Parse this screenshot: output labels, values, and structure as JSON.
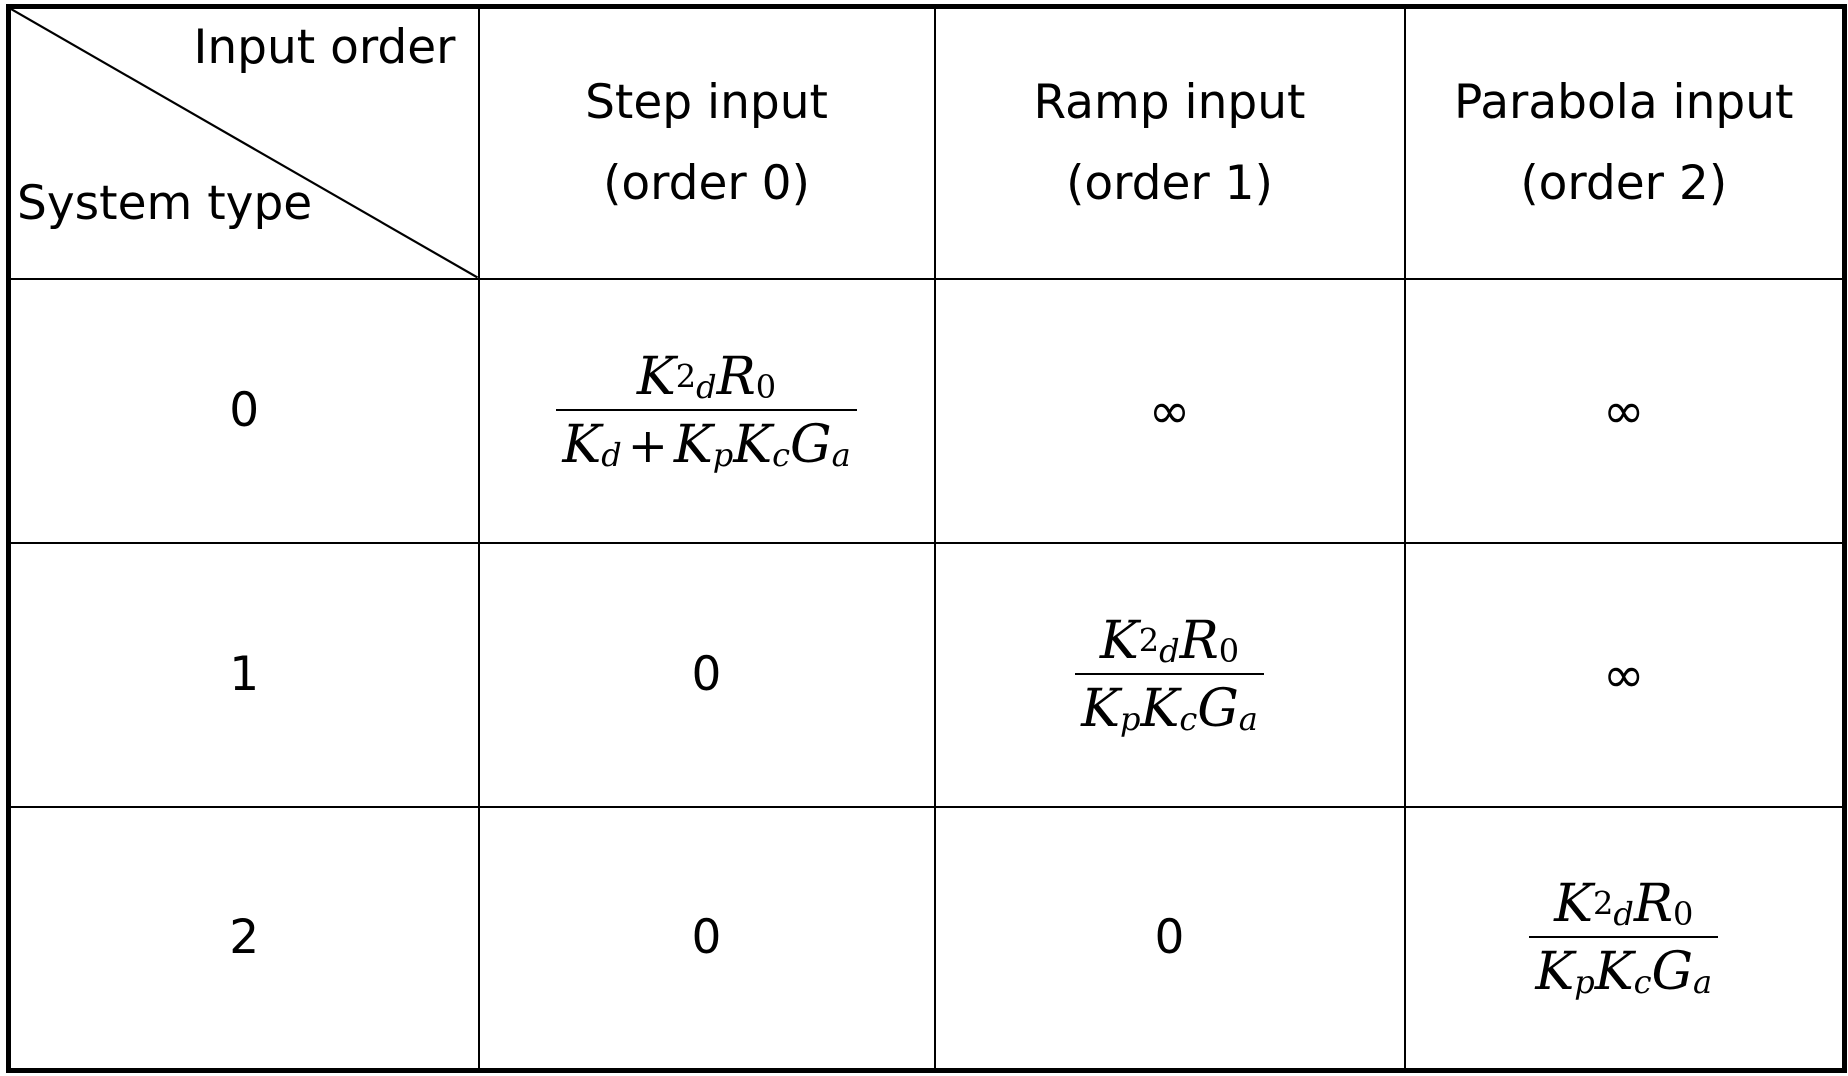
{
  "table": {
    "corner": {
      "top_label": "Input order",
      "bottom_label": "System type",
      "diagonal": true
    },
    "columns": [
      {
        "name": "Step input",
        "order_label": "(order 0)"
      },
      {
        "name": "Ramp input",
        "order_label": "(order 1)"
      },
      {
        "name": "Parabola input",
        "order_label": "(order 2)"
      }
    ],
    "rows": [
      {
        "type_label": "0",
        "cells": [
          {
            "kind": "fraction",
            "numerator": {
              "base": "K",
              "sup": "2",
              "sub": "d",
              "tail_base": "R",
              "tail_sub": "0"
            },
            "denominator": "K_d + K_p K_c G_a",
            "den_terms": [
              {
                "base": "K",
                "sub": "d"
              },
              {
                "op": "+"
              },
              {
                "base": "K",
                "sub": "p"
              },
              {
                "base": "K",
                "sub": "c"
              },
              {
                "base": "G",
                "sub": "a"
              }
            ]
          },
          {
            "kind": "symbol",
            "value": "∞"
          },
          {
            "kind": "symbol",
            "value": "∞"
          }
        ]
      },
      {
        "type_label": "1",
        "cells": [
          {
            "kind": "symbol",
            "value": "0"
          },
          {
            "kind": "fraction",
            "numerator": {
              "base": "K",
              "sup": "2",
              "sub": "d",
              "tail_base": "R",
              "tail_sub": "0"
            },
            "denominator": "K_p K_c G_a",
            "den_terms": [
              {
                "base": "K",
                "sub": "p"
              },
              {
                "base": "K",
                "sub": "c"
              },
              {
                "base": "G",
                "sub": "a"
              }
            ]
          },
          {
            "kind": "symbol",
            "value": "∞"
          }
        ]
      },
      {
        "type_label": "2",
        "cells": [
          {
            "kind": "symbol",
            "value": "0"
          },
          {
            "kind": "symbol",
            "value": "0"
          },
          {
            "kind": "fraction",
            "numerator": {
              "base": "K",
              "sup": "2",
              "sub": "d",
              "tail_base": "R",
              "tail_sub": "0"
            },
            "denominator": "K_p K_c G_a",
            "den_terms": [
              {
                "base": "K",
                "sub": "p"
              },
              {
                "base": "K",
                "sub": "c"
              },
              {
                "base": "G",
                "sub": "a"
              }
            ]
          }
        ]
      }
    ]
  },
  "colors": {
    "ink": "#000000",
    "paper": "#ffffff"
  }
}
